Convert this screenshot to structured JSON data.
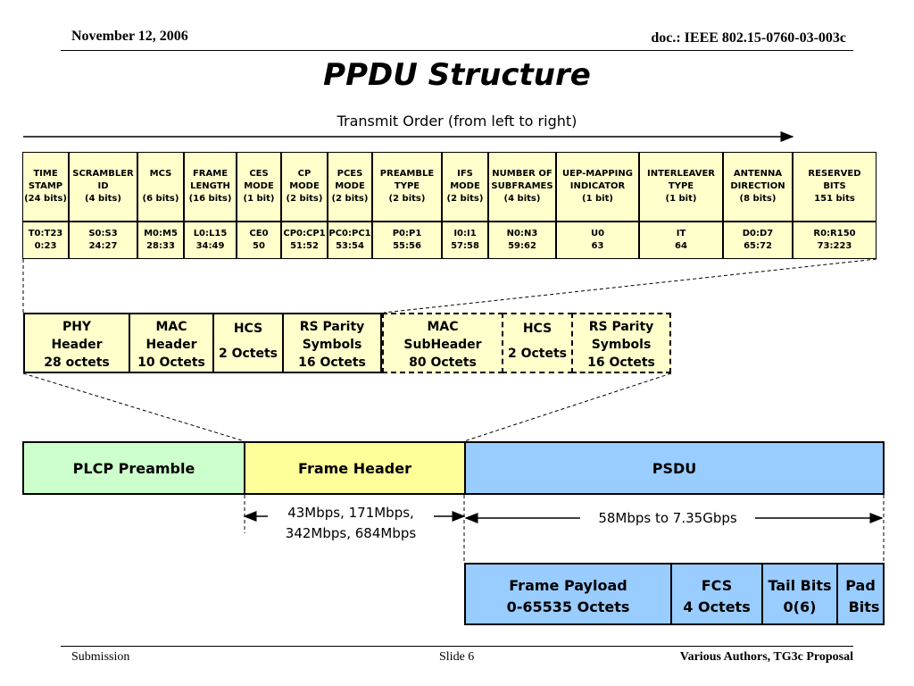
{
  "header": {
    "date": "November 12, 2006",
    "doc": "doc.: IEEE 802.15-0760-03-003c"
  },
  "title": "PPDU Structure",
  "transmit_order": "Transmit Order (from left to right)",
  "header_fields": [
    {
      "name": [
        "TIME",
        "STAMP",
        "(24 bits)"
      ],
      "bits": [
        "T0:T23",
        "0:23"
      ]
    },
    {
      "name": [
        "SCRAMBLER",
        "ID",
        "(4 bits)"
      ],
      "bits": [
        "S0:S3",
        "24:27"
      ]
    },
    {
      "name": [
        "MCS",
        "",
        "(6 bits)"
      ],
      "bits": [
        "M0:M5",
        "28:33"
      ]
    },
    {
      "name": [
        "FRAME",
        "LENGTH",
        "(16 bits)"
      ],
      "bits": [
        "L0:L15",
        "34:49"
      ]
    },
    {
      "name": [
        "CES",
        "MODE",
        "(1 bit)"
      ],
      "bits": [
        "CE0",
        "50"
      ]
    },
    {
      "name": [
        "CP",
        "MODE",
        "(2 bits)"
      ],
      "bits": [
        "CP0:CP1",
        "51:52"
      ]
    },
    {
      "name": [
        "PCES",
        "MODE",
        "(2 bits)"
      ],
      "bits": [
        "PC0:PC1",
        "53:54"
      ]
    },
    {
      "name": [
        "PREAMBLE",
        "TYPE",
        "(2 bits)"
      ],
      "bits": [
        "P0:P1",
        "55:56"
      ]
    },
    {
      "name": [
        "IFS",
        "MODE",
        "(2 bits)"
      ],
      "bits": [
        "I0:I1",
        "57:58"
      ]
    },
    {
      "name": [
        "NUMBER OF",
        "SUBFRAMES",
        "(4 bits)"
      ],
      "bits": [
        "N0:N3",
        "59:62"
      ]
    },
    {
      "name": [
        "UEP-MAPPING",
        "INDICATOR",
        "(1 bit)"
      ],
      "bits": [
        "U0",
        "63"
      ]
    },
    {
      "name": [
        "INTERLEAVER",
        "TYPE",
        "(1 bit)"
      ],
      "bits": [
        "IT",
        "64"
      ]
    },
    {
      "name": [
        "ANTENNA",
        "DIRECTION",
        "(8 bits)"
      ],
      "bits": [
        "D0:D7",
        "65:72"
      ]
    },
    {
      "name": [
        "RESERVED",
        "BITS",
        "151 bits"
      ],
      "bits": [
        "R0:R150",
        "73:223"
      ]
    }
  ],
  "frame_header_parts": [
    {
      "lines": [
        "PHY",
        "Header",
        "28 octets"
      ],
      "style": "solid"
    },
    {
      "lines": [
        "MAC",
        "Header",
        "10 Octets"
      ],
      "style": "solid"
    },
    {
      "lines": [
        "HCS",
        "2 Octets"
      ],
      "style": "solid"
    },
    {
      "lines": [
        "RS Parity",
        "Symbols",
        "16 Octets"
      ],
      "style": "solid"
    },
    {
      "lines": [
        "MAC",
        "SubHeader",
        "80 Octets"
      ],
      "style": "dashed"
    },
    {
      "lines": [
        "HCS",
        "2 Octets"
      ],
      "style": "dashed"
    },
    {
      "lines": [
        "RS Parity",
        "Symbols",
        "16 Octets"
      ],
      "style": "dashed"
    }
  ],
  "frame": {
    "preamble": "PLCP Preamble",
    "frame_header": "Frame Header",
    "psdu": "PSDU"
  },
  "rates": {
    "header_rate": [
      "43Mbps, 171Mbps,",
      "342Mbps, 684Mbps"
    ],
    "psdu_rate": "58Mbps to 7.35Gbps"
  },
  "psdu_parts": [
    {
      "lines": [
        "Frame Payload",
        "0-65535 Octets"
      ]
    },
    {
      "lines": [
        "FCS",
        "4 Octets"
      ]
    },
    {
      "lines": [
        "Tail Bits",
        "0(6)"
      ]
    },
    {
      "lines": [
        "Pad",
        "Bits"
      ]
    }
  ],
  "footer": {
    "left": "Submission",
    "center": "Slide 6",
    "right": "Various Authors, TG3c Proposal"
  },
  "colors": {
    "field_fill": "#ffffcc",
    "preamble_fill": "#ccffcc",
    "frame_header_fill": "#ffff99",
    "psdu_fill": "#99ccff"
  }
}
